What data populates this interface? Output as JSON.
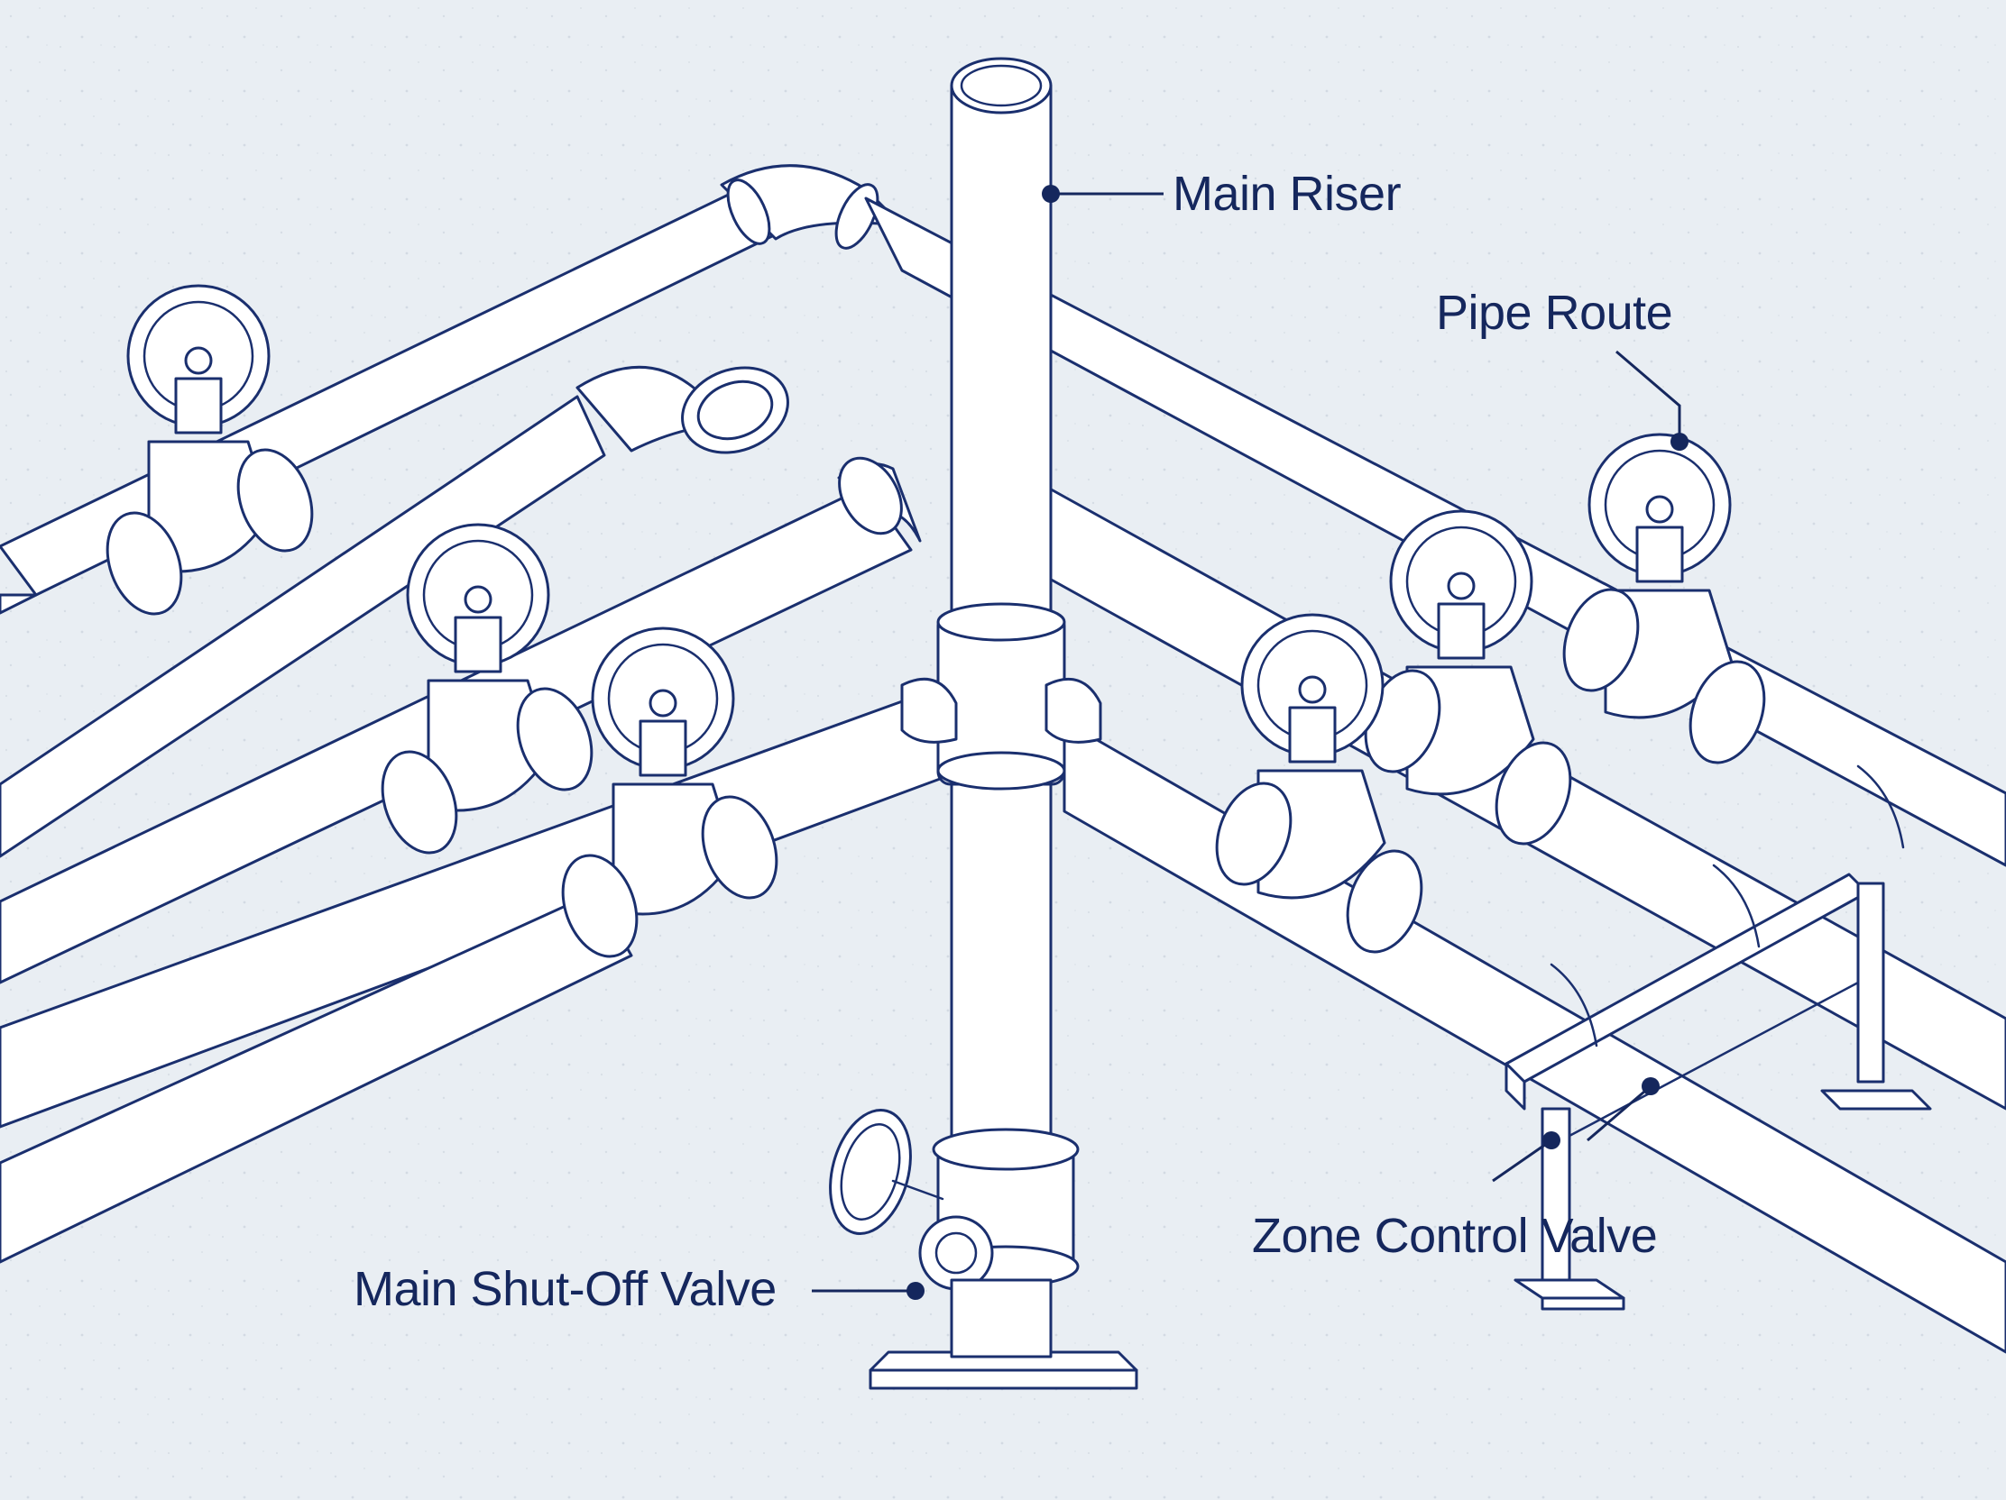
{
  "diagram": {
    "labels": {
      "main_riser": "Main Riser",
      "pipe_route": "Pipe Route",
      "zone_control_valve": "Zone Control Valve",
      "main_shutoff_valve": "Main Shut-Off Valve"
    },
    "colors": {
      "ink": "#1a2f6e",
      "label": "#15275d",
      "background": "#e9eef3",
      "pipe_fill": "#ffffff"
    }
  }
}
